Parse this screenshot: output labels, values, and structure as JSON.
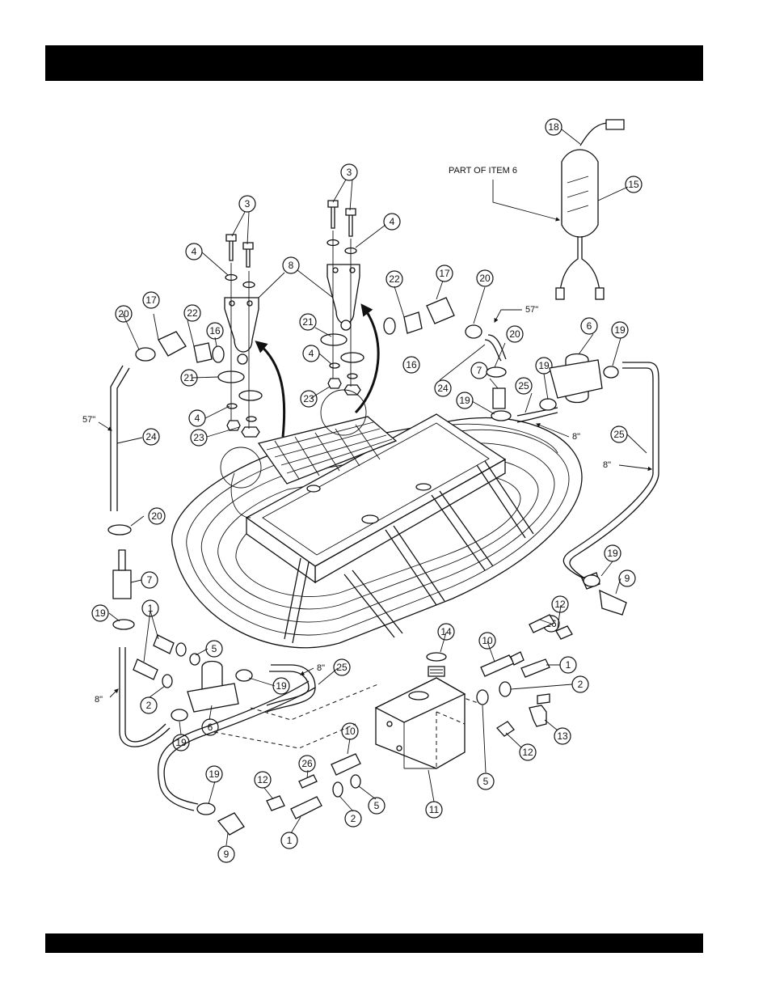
{
  "header": {
    "title": ""
  },
  "footer": {
    "text": ""
  },
  "diagram": {
    "annotations": {
      "part_of_item_6": "PART OF ITEM 6",
      "len_57_left": "57\"",
      "len_57_right": "57\"",
      "len_8_left": "8\"",
      "len_8_right": "8\"",
      "len_8_mid_right": "8\"",
      "len_8_mid_left": "8\""
    },
    "callouts": [
      {
        "id": "c18",
        "label": "18"
      },
      {
        "id": "c15",
        "label": "15"
      },
      {
        "id": "c3a",
        "label": "3"
      },
      {
        "id": "c4a",
        "label": "4"
      },
      {
        "id": "c3b",
        "label": "3"
      },
      {
        "id": "c4b",
        "label": "4"
      },
      {
        "id": "c8",
        "label": "8"
      },
      {
        "id": "c22a",
        "label": "22"
      },
      {
        "id": "c17a",
        "label": "17"
      },
      {
        "id": "c20a",
        "label": "20"
      },
      {
        "id": "c21a",
        "label": "21"
      },
      {
        "id": "c16a",
        "label": "16"
      },
      {
        "id": "c4c",
        "label": "4"
      },
      {
        "id": "c20b",
        "label": "20"
      },
      {
        "id": "c6a",
        "label": "6"
      },
      {
        "id": "c19a",
        "label": "19"
      },
      {
        "id": "c7a",
        "label": "7"
      },
      {
        "id": "c19b",
        "label": "19"
      },
      {
        "id": "c25a",
        "label": "25"
      },
      {
        "id": "c23a",
        "label": "23"
      },
      {
        "id": "c24a",
        "label": "24"
      },
      {
        "id": "c19c",
        "label": "19"
      },
      {
        "id": "c20c",
        "label": "20"
      },
      {
        "id": "c17b",
        "label": "17"
      },
      {
        "id": "c22b",
        "label": "22"
      },
      {
        "id": "c16b",
        "label": "16"
      },
      {
        "id": "c21b",
        "label": "21"
      },
      {
        "id": "c4d",
        "label": "4"
      },
      {
        "id": "c23b",
        "label": "23"
      },
      {
        "id": "c24b",
        "label": "24"
      },
      {
        "id": "c25b",
        "label": "25"
      },
      {
        "id": "c20d",
        "label": "20"
      },
      {
        "id": "c7b",
        "label": "7"
      },
      {
        "id": "c19d",
        "label": "19"
      },
      {
        "id": "c9a",
        "label": "9"
      },
      {
        "id": "c12a",
        "label": "12"
      },
      {
        "id": "c26a",
        "label": "26"
      },
      {
        "id": "c14",
        "label": "14"
      },
      {
        "id": "c10a",
        "label": "10"
      },
      {
        "id": "c1a",
        "label": "1"
      },
      {
        "id": "c2a",
        "label": "2"
      },
      {
        "id": "c13",
        "label": "13"
      },
      {
        "id": "c12b",
        "label": "12"
      },
      {
        "id": "c5a",
        "label": "5"
      },
      {
        "id": "c19e",
        "label": "19"
      },
      {
        "id": "c1b",
        "label": "1"
      },
      {
        "id": "c5b",
        "label": "5"
      },
      {
        "id": "c25c",
        "label": "25"
      },
      {
        "id": "c19f",
        "label": "19"
      },
      {
        "id": "c2b",
        "label": "2"
      },
      {
        "id": "c6b",
        "label": "6"
      },
      {
        "id": "c19g",
        "label": "19"
      },
      {
        "id": "c10b",
        "label": "10"
      },
      {
        "id": "c26b",
        "label": "26"
      },
      {
        "id": "c12c",
        "label": "12"
      },
      {
        "id": "c19h",
        "label": "19"
      },
      {
        "id": "c1c",
        "label": "1"
      },
      {
        "id": "c2c",
        "label": "2"
      },
      {
        "id": "c5c",
        "label": "5"
      },
      {
        "id": "c11",
        "label": "11"
      },
      {
        "id": "c9b",
        "label": "9"
      }
    ]
  }
}
